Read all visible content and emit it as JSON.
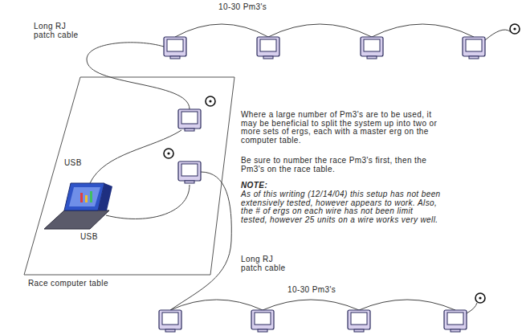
{
  "diagram": {
    "labels": [
      "10-30 Pm3's",
      "Long RJ patch cable",
      "Where a large number of Pm3's are to be used, it may be beneficial to split the system up into two or more sets of ergs, each with a master erg on the computer table.",
      "Be sure to number the race Pm3's first, then the Pm3's on the race table.",
      "NOTE:",
      "As of this writing (12/14/04) this setup has not been extensively tested, however appears to work. Also, the # of ergs on each wire has not been limit tested, however 25 units on a wire works very well.",
      "USB",
      "USB",
      "Race computer table",
      "Long RJ patch cable",
      "10-30 Pm3's"
    ]
  }
}
